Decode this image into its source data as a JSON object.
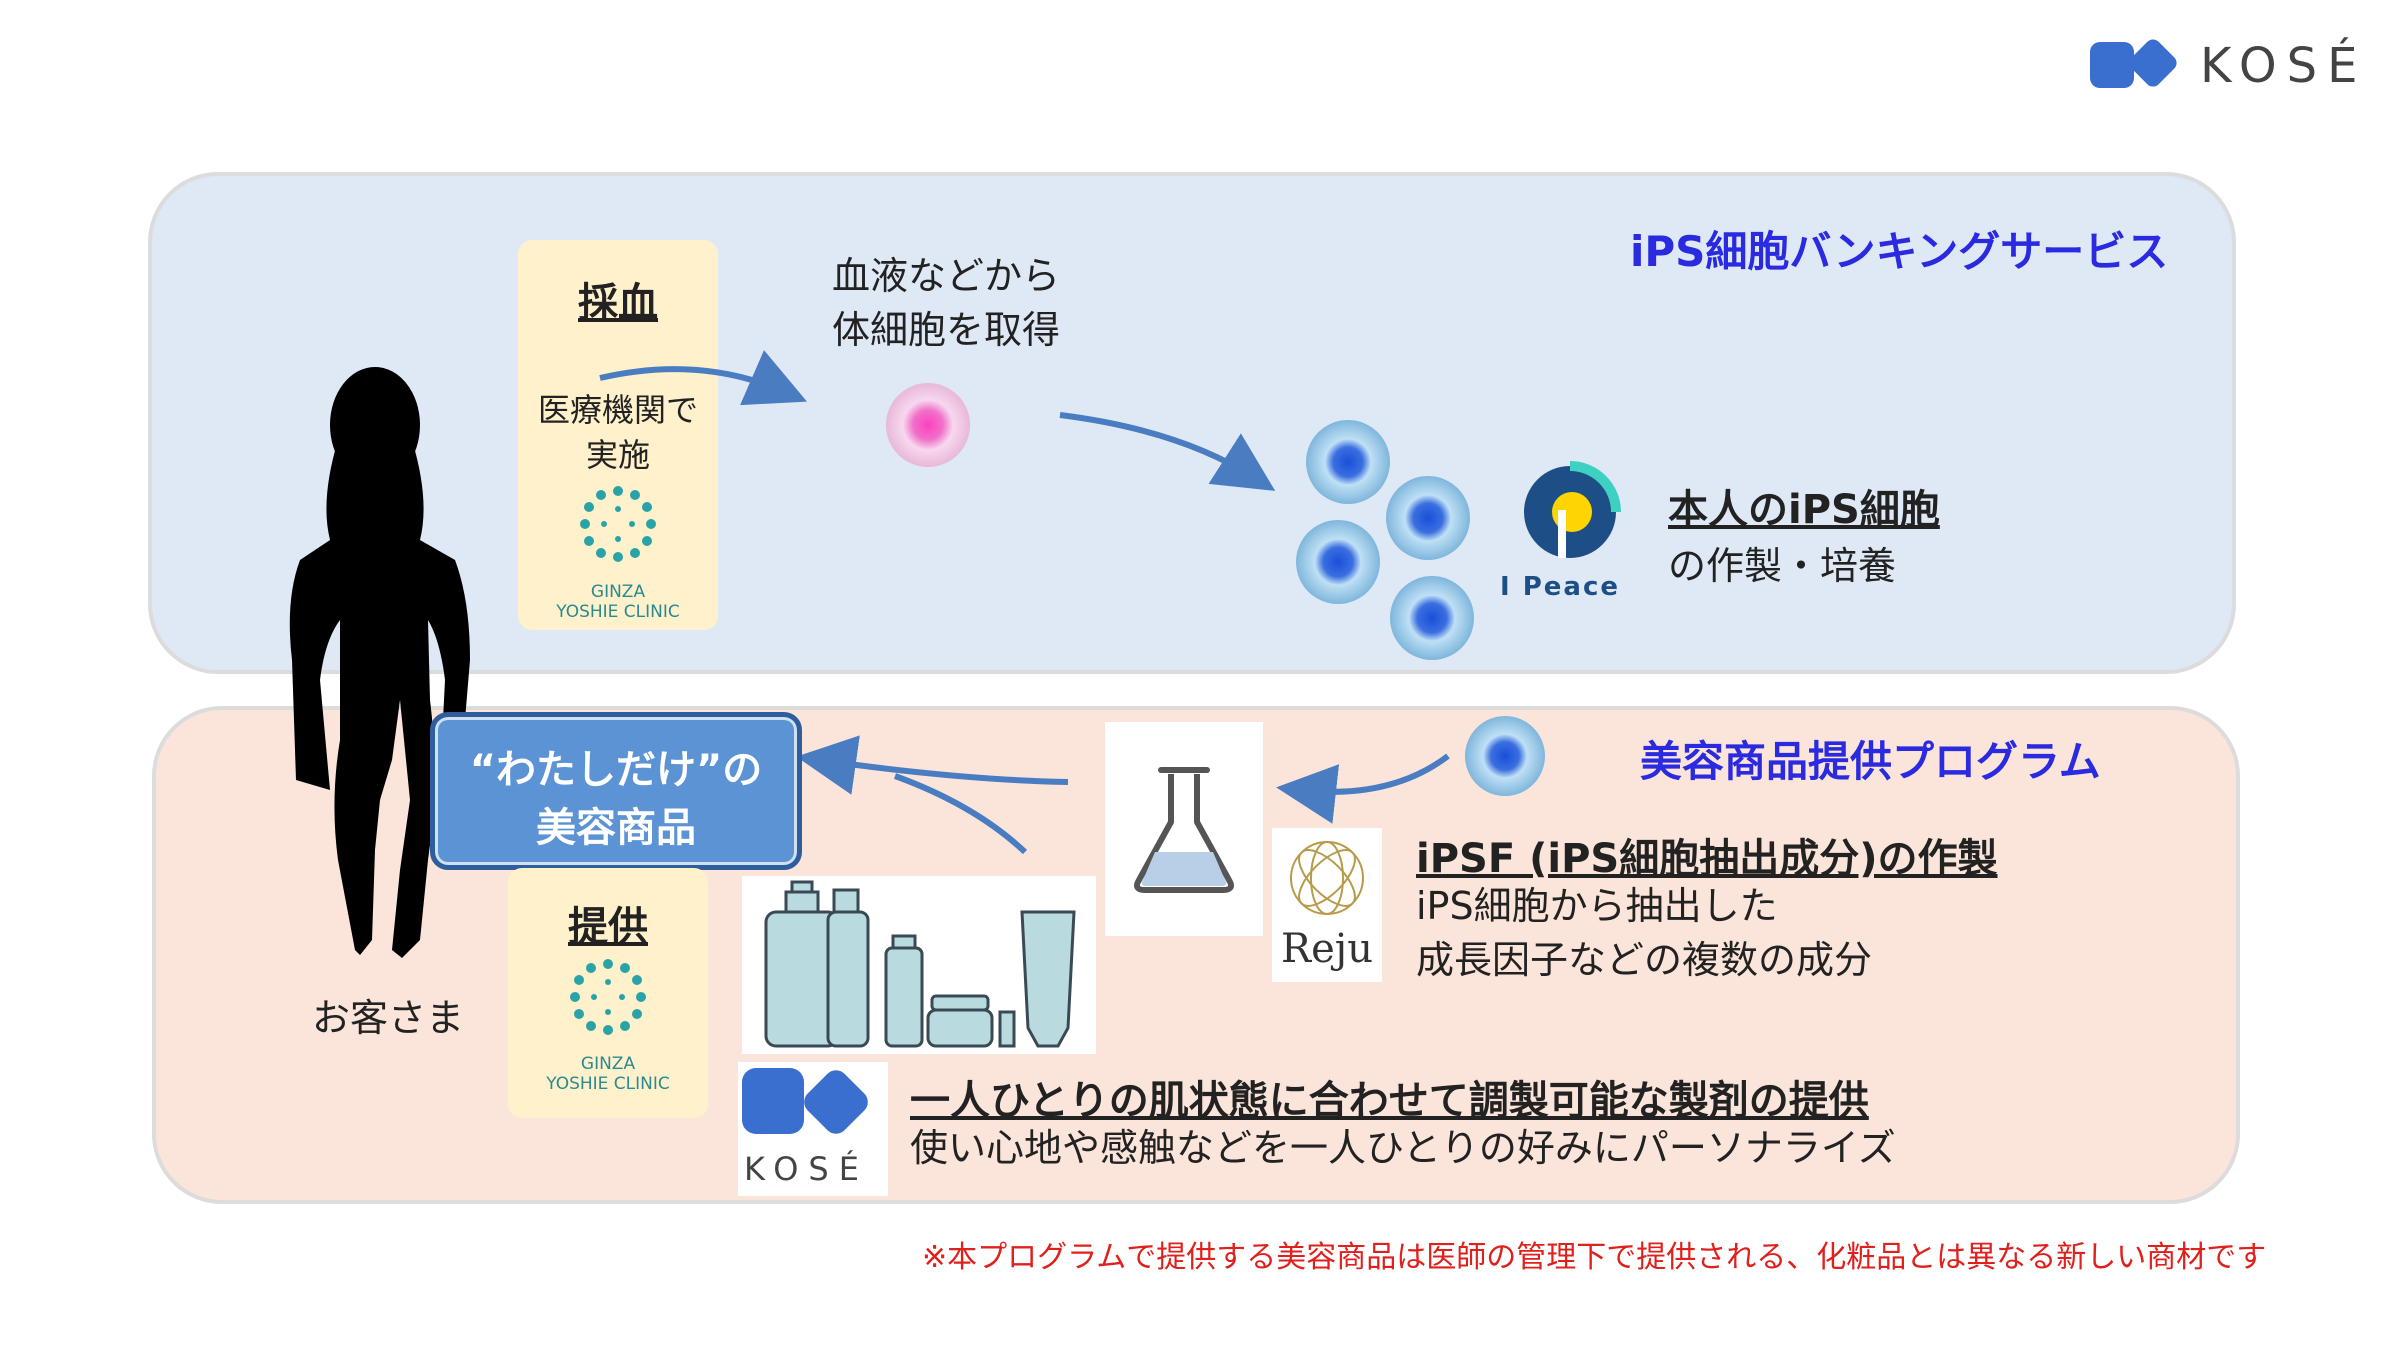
{
  "logo": {
    "text": "KOSÉ"
  },
  "customer": {
    "label": "お客さま"
  },
  "banking": {
    "title": "iPS細胞バンキングサービス",
    "blood_card": {
      "title": "採血",
      "line1": "医療機関で",
      "line2": "実施",
      "clinic_line1": "GINZA",
      "clinic_line2": "YOSHIE CLINIC"
    },
    "somatic_text": {
      "line1": "血液などから",
      "line2": "体細胞を取得"
    },
    "ipeace_logo_text": "I Peace",
    "ips_text": {
      "line1": "本人のiPS細胞",
      "line2": "の作製・培養"
    }
  },
  "program": {
    "title": "美容商品提供プログラム",
    "product_box": {
      "line1": "“わたしだけ”の",
      "line2": "美容商品"
    },
    "provide_card": {
      "title": "提供",
      "clinic_line1": "GINZA",
      "clinic_line2": "YOSHIE CLINIC"
    },
    "ipsf_text": {
      "line1": "iPSF (iPS細胞抽出成分)の作製",
      "line2": "iPS細胞から抽出した",
      "line3": "成長因子などの複数の成分"
    },
    "reju_logo_text": "Reju",
    "kose_small_logo_text": "KOSÉ",
    "formulation_text": {
      "line1": "一人ひとりの肌状態に合わせて調製可能な製剤の提供",
      "line2": "使い心地や感触などを一人ひとりの好みにパーソナライズ"
    }
  },
  "footnote": "※本プログラムで提供する美容商品は医師の管理下で提供される、化粧品とは異なる新しい商材です",
  "colors": {
    "accent_blue": "#2a2ae0",
    "arrow_blue": "#4a7cc2",
    "footnote_red": "#e0201c",
    "kose_blue": "#3a6fcf"
  },
  "icons": [
    "woman-silhouette-icon",
    "pink-cell-icon",
    "blue-cell-icon",
    "flask-icon",
    "cosmetic-bottles-icon",
    "ipeace-logo-icon",
    "clinic-logo-icon",
    "reju-logo-icon",
    "kose-logo-icon"
  ]
}
